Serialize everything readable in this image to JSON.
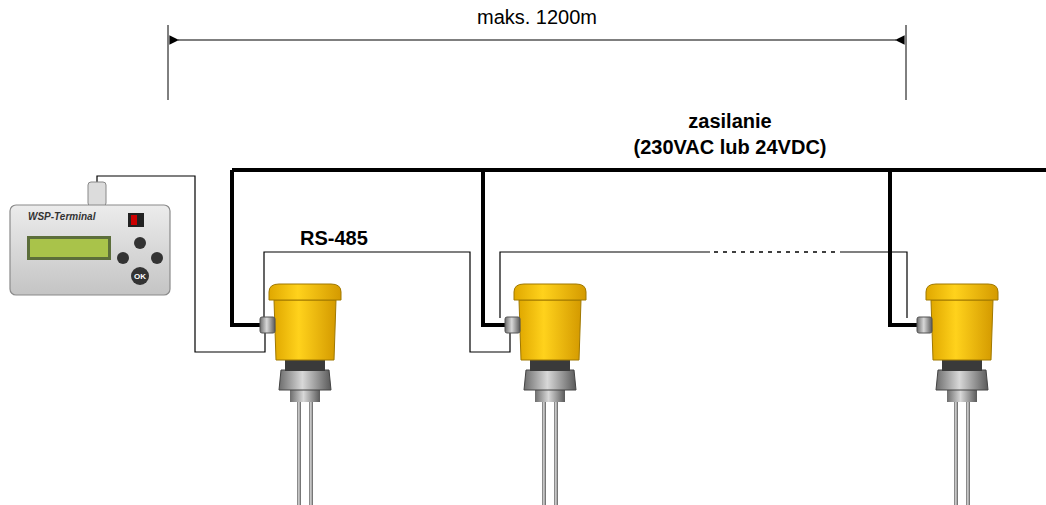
{
  "diagram": {
    "nodes": [
      {
        "text": [
          "WSP-Terminal"
        ]
      }
    ],
    "labels": [
      "maks. 1200m",
      "zasilanie",
      "(230VAC lub 24VDC)",
      "RS-485",
      "OK"
    ]
  }
}
